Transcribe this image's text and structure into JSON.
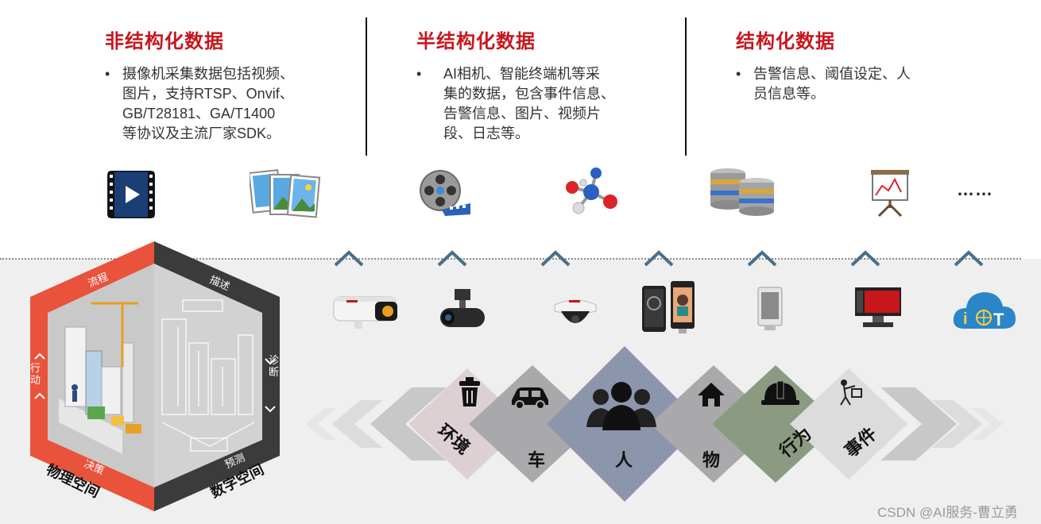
{
  "columns": [
    {
      "title": "非结构化数据",
      "bullet": "•",
      "lines": [
        "摄像机采集数据包括视频、",
        "图片，支持RTSP、Onvif、",
        "GB/T28181、GA/T1400",
        "等协议及主流厂家SDK。"
      ]
    },
    {
      "title": "半结构化数据",
      "bullet": "•",
      "lines": [
        "AI相机、智能终端机等采",
        "集的数据，包含事件信息、",
        "告警信息、图片、视频片",
        "段、日志等。"
      ]
    },
    {
      "title": "结构化数据",
      "bullet": "•",
      "lines": [
        "告警信息、阈值设定、人",
        "员信息等。"
      ]
    }
  ],
  "more_text": "……",
  "hexagon": {
    "physical_label": "物理空间",
    "digital_label": "数字空间",
    "flow_label": "流程",
    "action_label": "行动",
    "decision_label": "决策",
    "describe_label": "描述",
    "diagnose_label": "诊断",
    "predict_label": "预测"
  },
  "categories": {
    "environment": "环境",
    "vehicle": "车",
    "person": "人",
    "object": "物",
    "behavior": "行为",
    "event": "事件"
  },
  "watermark": "CSDN @AI服务-曹立勇",
  "colors": {
    "title_red": "#c8161d",
    "hex_red": "#e9523b",
    "hex_dark": "#3b3b3b",
    "diamond_pink": "#ddd0d3",
    "diamond_gray": "#a9a9ab",
    "diamond_blue": "#8c95ab",
    "diamond_olive": "#8c9a82",
    "diamond_light": "#dcdcdc"
  }
}
